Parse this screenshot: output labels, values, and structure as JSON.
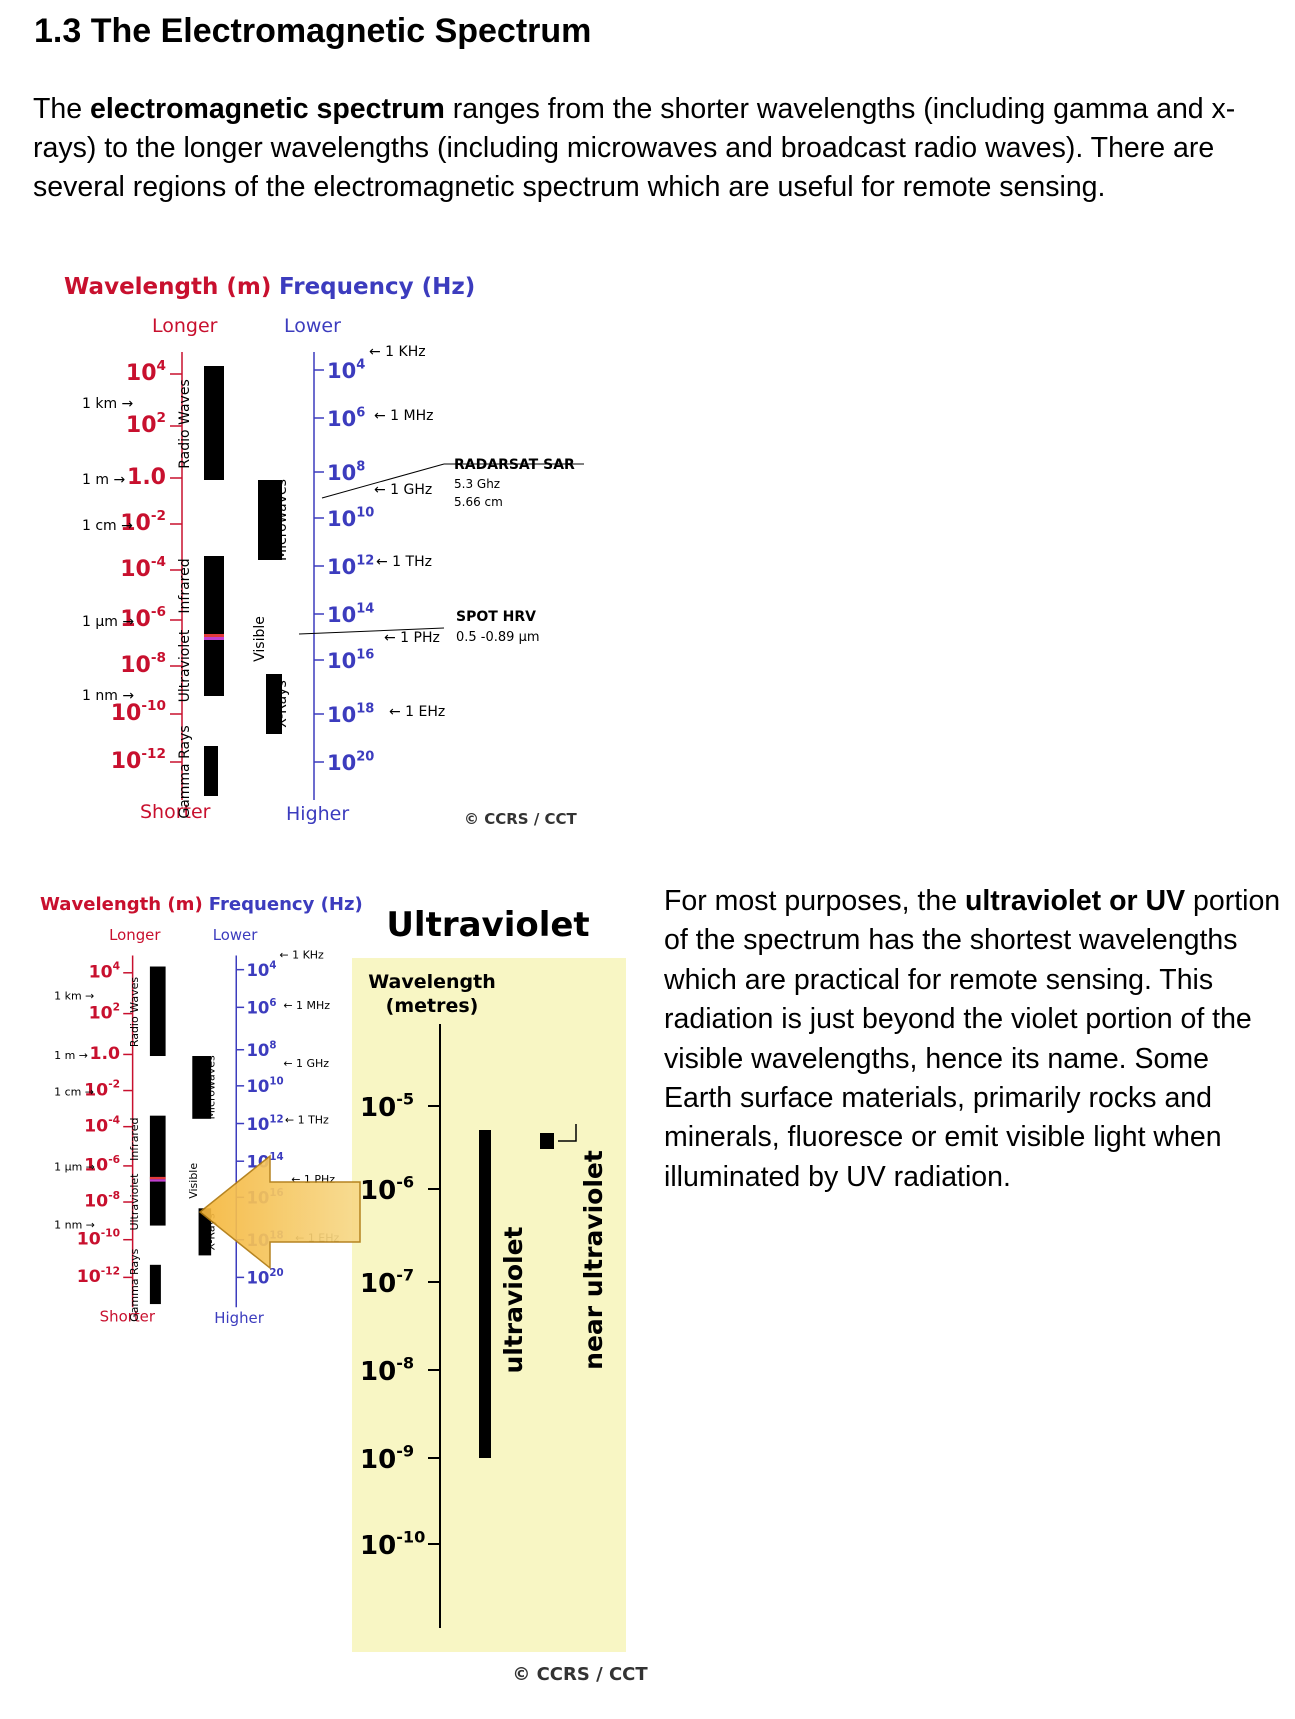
{
  "heading": "1.3 The Electromagnetic Spectrum",
  "intro": {
    "before": "The ",
    "bold": "electromagnetic spectrum",
    "after": " ranges from the shorter wavelengths (including gamma and x-rays) to the longer wavelengths (including microwaves and broadcast radio waves). There are several regions of the electromagnetic spectrum which are useful for remote sensing."
  },
  "side_text": {
    "before": "For most purposes, the ",
    "bold": "ultraviolet or UV",
    "after": " portion of the spectrum has the shortest wavelengths which are practical for remote sensing. This radiation is just beyond the violet portion of the visible wavelengths, hence its name. Some Earth surface materials, primarily rocks and minerals, fluoresce or emit visible light when illuminated by UV radiation."
  },
  "spectrum": {
    "wavelength_title": "Wavelength (m)",
    "frequency_title": "Frequency (Hz)",
    "longer": "Longer",
    "shorter": "Shorter",
    "lower": "Lower",
    "higher": "Higher",
    "wl_ticks": [
      {
        "base": "10",
        "exp": "4"
      },
      {
        "base": "10",
        "exp": "2"
      },
      {
        "base": "1.0",
        "exp": ""
      },
      {
        "base": "10",
        "exp": "-2"
      },
      {
        "base": "10",
        "exp": "-4"
      },
      {
        "base": "10",
        "exp": "-6"
      },
      {
        "base": "10",
        "exp": "-8"
      },
      {
        "base": "10",
        "exp": "-10"
      },
      {
        "base": "10",
        "exp": "-12"
      }
    ],
    "wl_markers": [
      "1 km",
      "1 m",
      "1 cm",
      "1 µm",
      "1 nm"
    ],
    "fr_ticks": [
      {
        "base": "10",
        "exp": "4"
      },
      {
        "base": "10",
        "exp": "6"
      },
      {
        "base": "10",
        "exp": "8"
      },
      {
        "base": "10",
        "exp": "10"
      },
      {
        "base": "10",
        "exp": "12"
      },
      {
        "base": "10",
        "exp": "14"
      },
      {
        "base": "10",
        "exp": "16"
      },
      {
        "base": "10",
        "exp": "18"
      },
      {
        "base": "10",
        "exp": "20"
      }
    ],
    "fr_markers": [
      "1 KHz",
      "1 MHz",
      "1 GHz",
      "1 THz",
      "1 PHz",
      "1 EHz"
    ],
    "bands": [
      "Radio Waves",
      "Infrared",
      "Ultraviolet",
      "Gamma Rays",
      "Microwaves",
      "Visible",
      "X-Rays"
    ],
    "radarsat": [
      "RADARSAT SAR",
      "5.3 Ghz",
      "5.66 cm"
    ],
    "spot": [
      "SPOT HRV",
      "0.5 -0.89 µm"
    ],
    "copyright": "© CCRS / CCT"
  },
  "uv_panel": {
    "title": "Ultraviolet",
    "axis_label_1": "Wavelength",
    "axis_label_2": "(metres)",
    "ticks": [
      {
        "base": "10",
        "exp": "-5"
      },
      {
        "base": "10",
        "exp": "-6"
      },
      {
        "base": "10",
        "exp": "-7"
      },
      {
        "base": "10",
        "exp": "-8"
      },
      {
        "base": "10",
        "exp": "-9"
      },
      {
        "base": "10",
        "exp": "-10"
      }
    ],
    "bar_labels": [
      "ultraviolet",
      "near ultraviolet"
    ],
    "copyright": "© CCRS / CCT"
  },
  "colors": {
    "wavelength": "#c8102e",
    "frequency": "#3c3cbe",
    "panel_bg": "#f8f6c4",
    "arrow": "#f0a020"
  }
}
